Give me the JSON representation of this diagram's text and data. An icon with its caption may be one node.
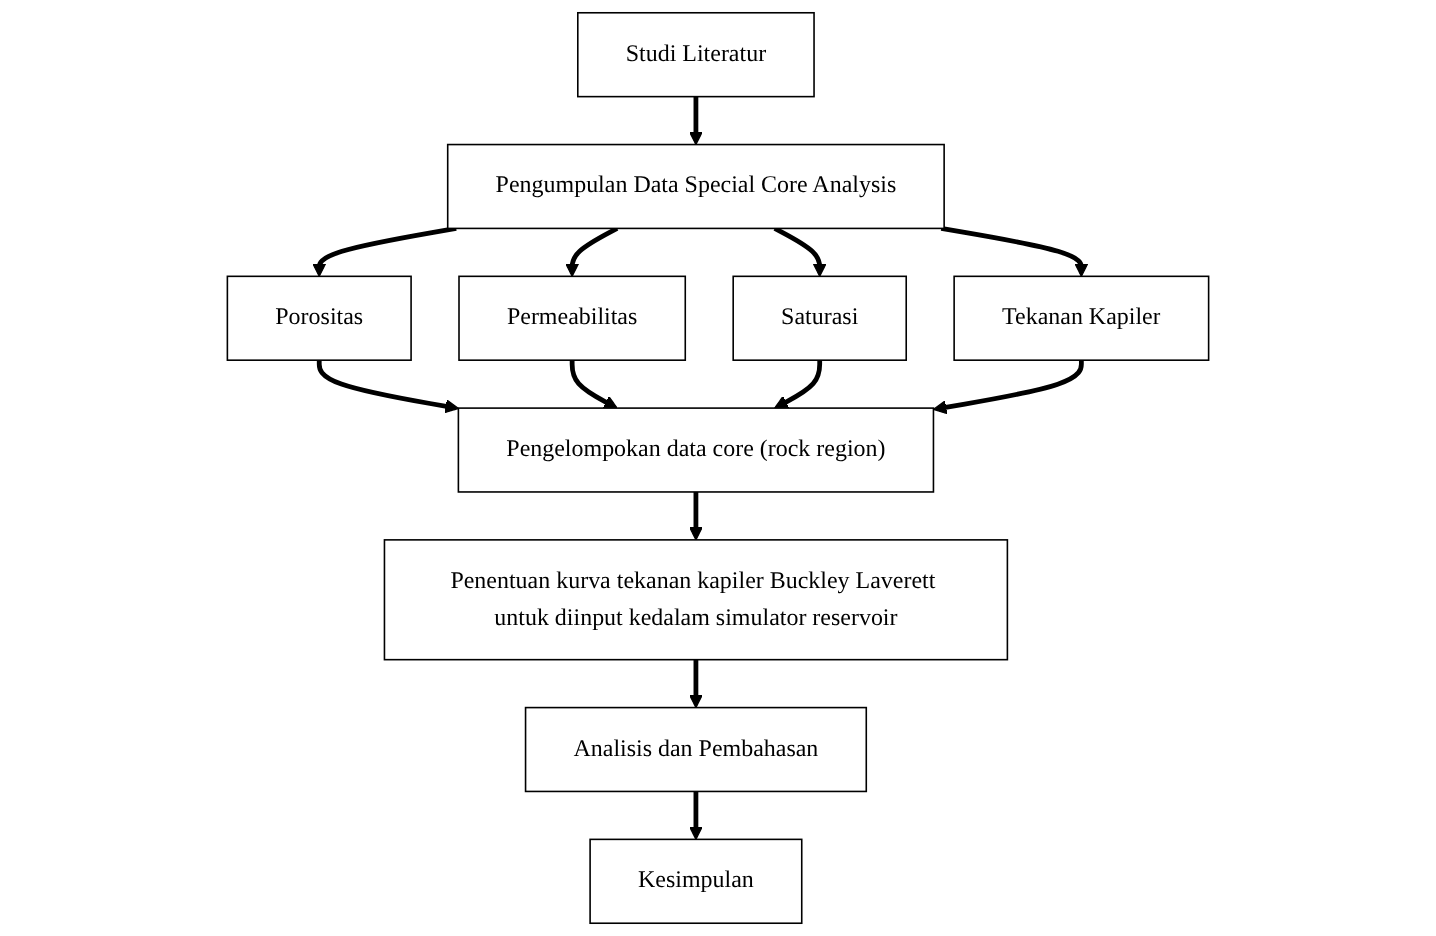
{
  "diagram": {
    "nodes": [
      {
        "text": [
          "Studi Literatur"
        ]
      },
      {
        "text": [
          "Pengumpulan Data Special Core Analysis"
        ]
      },
      {
        "text": [
          "Porositas"
        ]
      },
      {
        "text": [
          "Permeabilitas"
        ]
      },
      {
        "text": [
          "Saturasi"
        ]
      },
      {
        "text": [
          "Tekanan Kapiler"
        ]
      },
      {
        "text": [
          "Pengelompokan data core (rock region)"
        ]
      },
      {
        "text": [
          "Penentuan kurva tekanan kapiler Buckley Laverett untuk diinput kedalam simulator reservoir"
        ]
      },
      {
        "text": [
          "Analisis dan Pembahasan"
        ]
      },
      {
        "text": [
          "Kesimpulan"
        ]
      }
    ],
    "edges": [
      {
        "from": 0,
        "to": 1,
        "arrow": "to"
      },
      {
        "from": 1,
        "to": 2,
        "arrow": "to"
      },
      {
        "from": 1,
        "to": 3,
        "arrow": "to"
      },
      {
        "from": 1,
        "to": 4,
        "arrow": "to"
      },
      {
        "from": 1,
        "to": 5,
        "arrow": "to"
      },
      {
        "from": 2,
        "to": 6,
        "arrow": "to"
      },
      {
        "from": 3,
        "to": 6,
        "arrow": "to"
      },
      {
        "from": 4,
        "to": 6,
        "arrow": "to"
      },
      {
        "from": 5,
        "to": 6,
        "arrow": "to"
      },
      {
        "from": 6,
        "to": 7,
        "arrow": "to"
      },
      {
        "from": 7,
        "to": 8,
        "arrow": "to"
      },
      {
        "from": 8,
        "to": 9,
        "arrow": "to"
      }
    ]
  }
}
